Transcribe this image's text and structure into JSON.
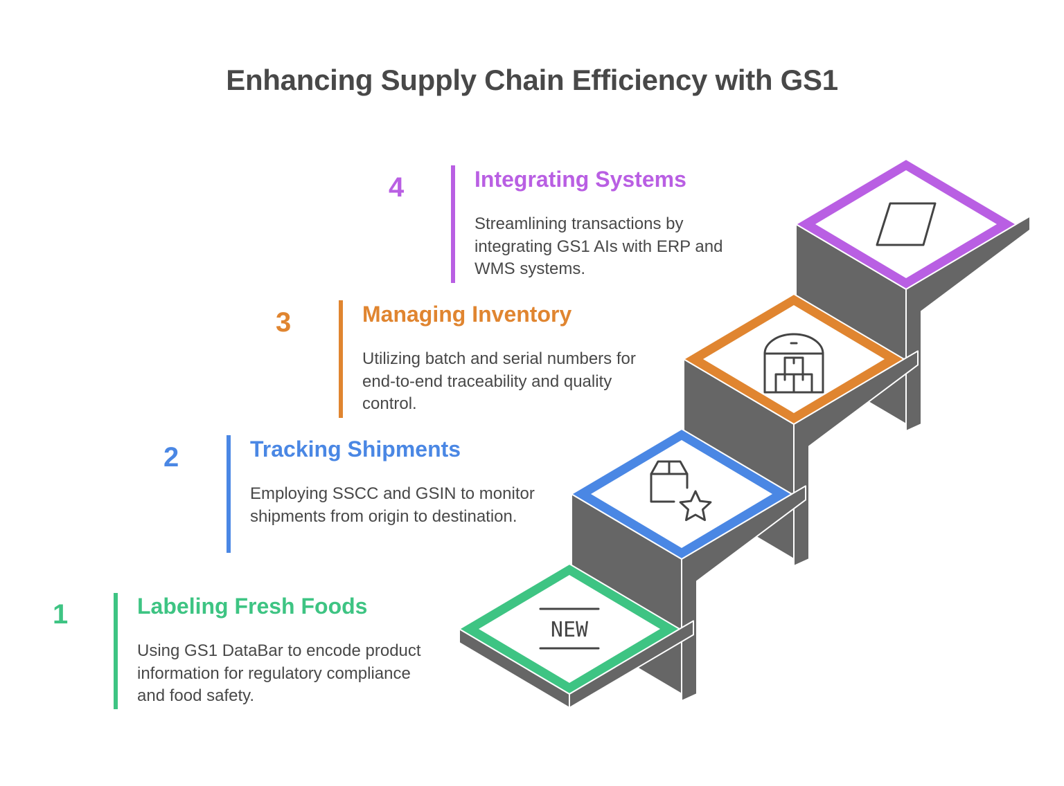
{
  "title": "Enhancing Supply Chain Efficiency with GS1",
  "colors": {
    "text": "#484848",
    "stair_body": "#666666",
    "icon_stroke": "#444444"
  },
  "steps": [
    {
      "number": "1",
      "title": "Labeling Fresh Foods",
      "description": "Using GS1 DataBar to encode product information for regulatory compliance and food safety.",
      "color": "#3EC483",
      "icon": "new-label-icon",
      "icon_text": "NEW"
    },
    {
      "number": "2",
      "title": "Tracking Shipments",
      "description": "Employing SSCC and GSIN to monitor shipments from origin to destination.",
      "color": "#4A87E4",
      "icon": "package-star-icon"
    },
    {
      "number": "3",
      "title": "Managing Inventory",
      "description": "Utilizing batch and serial numbers for end-to-end traceability and quality control.",
      "color": "#E08530",
      "icon": "warehouse-icon"
    },
    {
      "number": "4",
      "title": "Integrating Systems",
      "description": "Streamlining transactions by integrating GS1 AIs with ERP and WMS systems.",
      "color": "#B95FE3",
      "icon": "parallelogram-icon"
    }
  ]
}
